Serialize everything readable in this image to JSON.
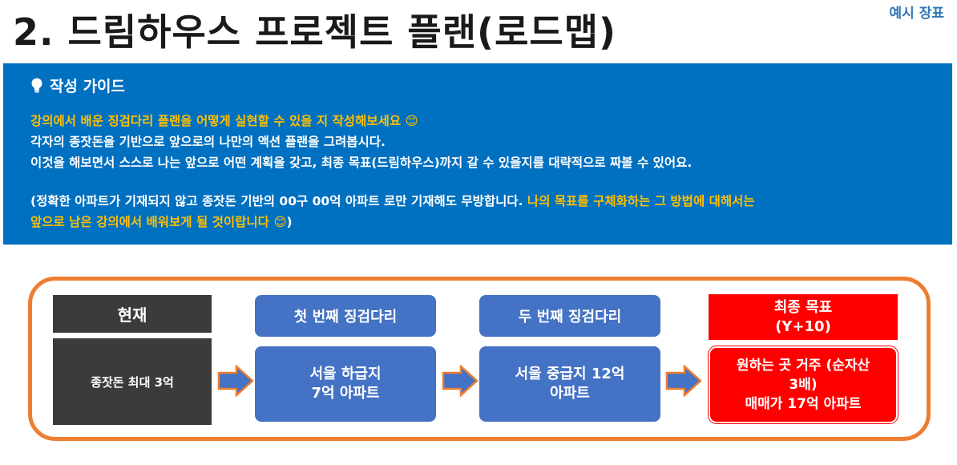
{
  "title": "2. 드림하우스 프로젝트 플랜(로드맵)",
  "tag": "예시 장표",
  "guide": {
    "heading": "작성 가이드",
    "line1": "강의에서 배운 징검다리 플랜을 어떻게 실현할 수 있을 지 작성해보세요 😊",
    "line2": "각자의 종잣돈을 기반으로 앞으로의 나만의 액션 플랜을 그려봅시다.",
    "line3": "이것을 해보면서 스스로 나는 앞으로 어떤 계획을 갖고, 최종 목표(드림하우스)까지 갈 수 있을지를 대략적으로 짜볼 수 있어요.",
    "line4_white": "(정확한 아파트가 기재되지 않고 종잣돈 기반의 00구 00억 아파트 로만 기재해도 무방합니다.",
    "line4_yellow": " 나의 목표를 구체화하는 그 방법에 대해서는",
    "line5_yellow": "앞으로 남은 강의에서 배워보게 될 것이랍니다 😊",
    "line5_white": ")"
  },
  "roadmap": {
    "current_header": "현재",
    "current_body": "종잣돈 최대 3억",
    "step1_header": "첫 번째 징검다리",
    "step1_body_l1": "서울 하급지",
    "step1_body_l2": "7억 아파트",
    "step2_header": "두 번째 징검다리",
    "step2_body_l1": "서울 중급지 12억",
    "step2_body_l2": "아파트",
    "goal_header_l1": "최종 목표",
    "goal_header_l2": "(Y+10)",
    "goal_body_l1": "원하는 곳 거주 (순자산",
    "goal_body_l2": "3배)",
    "goal_body_l3": "매매가 17억 아파트"
  },
  "colors": {
    "guide_bg": "#0070c0",
    "highlight": "#ffc000",
    "frame": "#ed7d31",
    "blue_box": "#4472c4",
    "dark_box": "#3b3b3b",
    "goal_red": "#ff0000"
  },
  "icons": [
    "lightbulb-icon",
    "right-arrow-icon"
  ]
}
